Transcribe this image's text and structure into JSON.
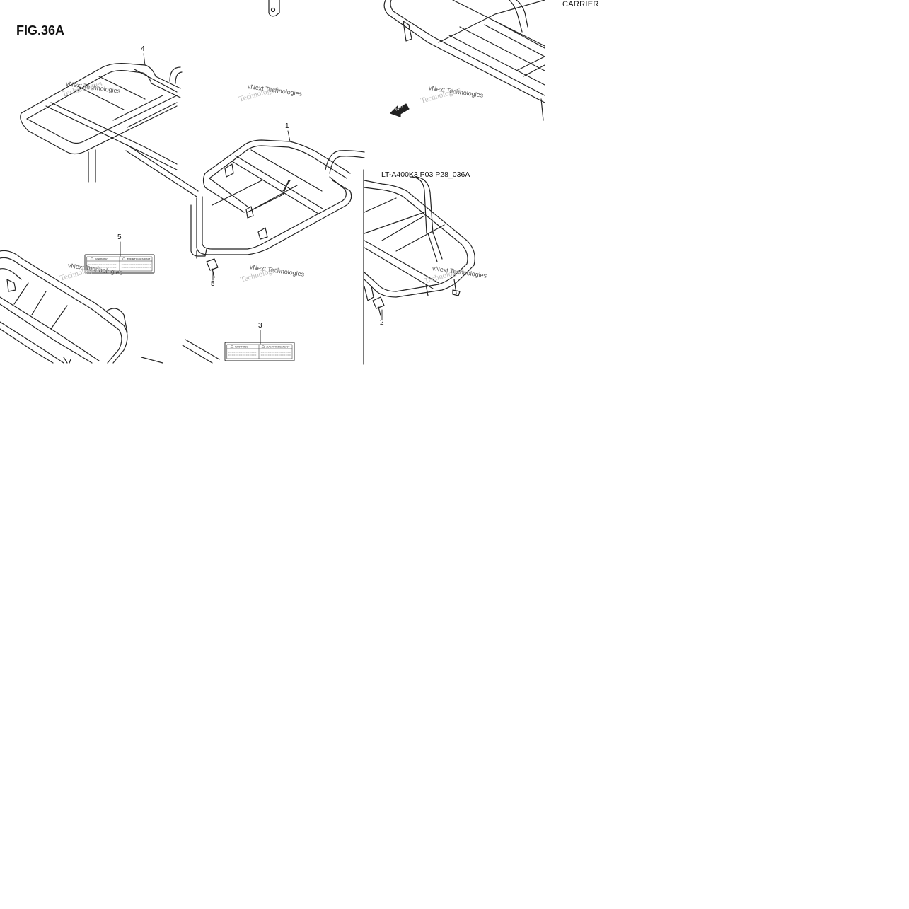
{
  "figure": {
    "title": "FIG.36A"
  },
  "section": {
    "title": "CARRIER"
  },
  "drawing": {
    "code": "LT-A400K3 P03 P28_036A"
  },
  "callouts": [
    "1",
    "2",
    "3",
    "4",
    "5",
    "5"
  ],
  "watermark": {
    "line1": "vNext Technologies",
    "line2": "Technologies"
  },
  "warning_label": {
    "left": "WARNING",
    "right": "AVERTISSEMENT"
  },
  "arrow": {
    "text": "FWD"
  }
}
